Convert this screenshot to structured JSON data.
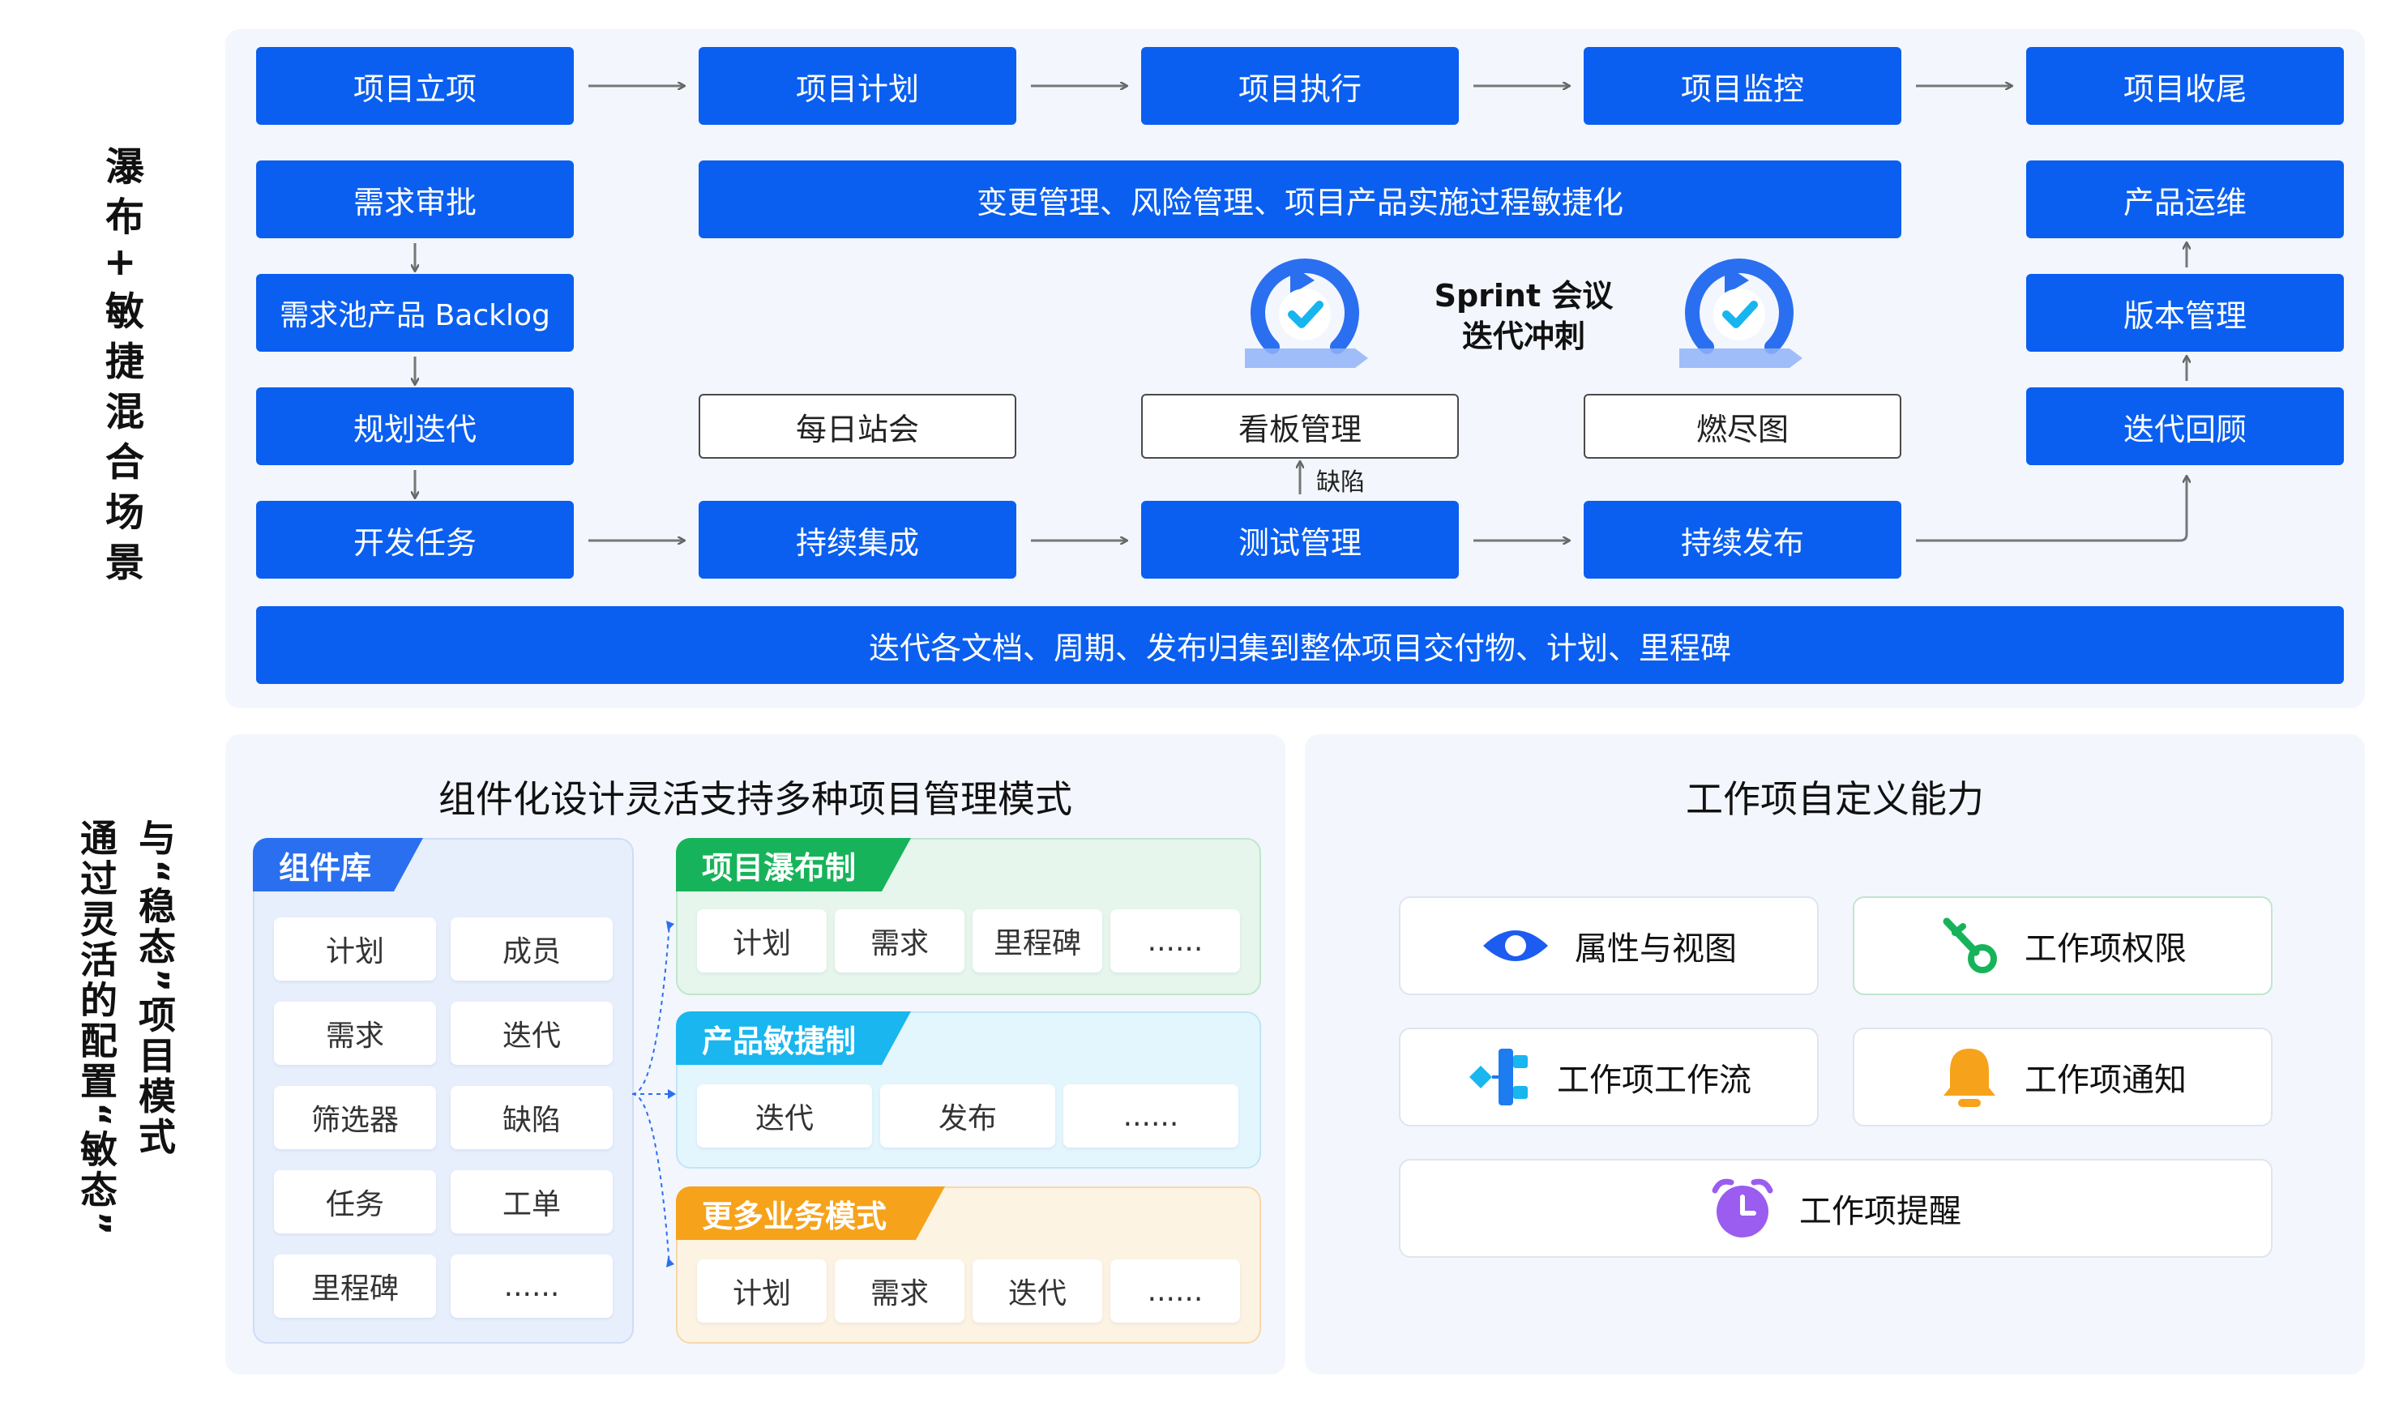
{
  "side_labels": {
    "top": "瀑布+敏捷混合场景",
    "bottom_col1": "与“稳态”项目模式",
    "bottom_col2": "通过灵活的配置“敏态”"
  },
  "flow": {
    "phases": [
      "项目立项",
      "项目计划",
      "项目执行",
      "项目监控",
      "项目收尾"
    ],
    "change_mgmt": "变更管理、风险管理、项目产品实施过程敏捷化",
    "left_chain": [
      "需求审批",
      "需求池产品 Backlog",
      "规划迭代",
      "开发任务"
    ],
    "right_chain": [
      "产品运维",
      "版本管理",
      "迭代回顾"
    ],
    "sprint_line1": "Sprint 会议",
    "sprint_line2": "迭代冲刺",
    "ceremonies": [
      "每日站会",
      "看板管理",
      "燃尽图"
    ],
    "defect_label": "缺陷",
    "bottom_row": [
      "持续集成",
      "测试管理",
      "持续发布"
    ],
    "summary_bar": "迭代各文档、周期、发布归集到整体项目交付物、计划、里程碑"
  },
  "components_panel": {
    "title": "组件化设计灵活支持多种项目管理模式",
    "library": {
      "tag": "组件库",
      "items": [
        "计划",
        "成员",
        "需求",
        "迭代",
        "筛选器",
        "缺陷",
        "任务",
        "工单",
        "里程碑",
        "......"
      ]
    },
    "modes": [
      {
        "tag": "项目瀑布制",
        "items": [
          "计划",
          "需求",
          "里程碑",
          "......"
        ]
      },
      {
        "tag": "产品敏捷制",
        "items": [
          "迭代",
          "发布",
          "......"
        ]
      },
      {
        "tag": "更多业务模式",
        "items": [
          "计划",
          "需求",
          "迭代",
          "......"
        ]
      }
    ]
  },
  "workitem_panel": {
    "title": "工作项自定义能力",
    "features": [
      {
        "label": "属性与视图",
        "icon": "eye-icon"
      },
      {
        "label": "工作项权限",
        "icon": "key-icon"
      },
      {
        "label": "工作项工作流",
        "icon": "workflow-icon"
      },
      {
        "label": "工作项通知",
        "icon": "bell-icon"
      },
      {
        "label": "工作项提醒",
        "icon": "alarm-clock-icon"
      }
    ]
  },
  "colors": {
    "primary_blue": "#0a5ff0",
    "panel_bg": "#f3f6fd",
    "waterfall_green": "#17b35a",
    "agile_cyan": "#19b6ef",
    "more_orange": "#f7a21b"
  }
}
